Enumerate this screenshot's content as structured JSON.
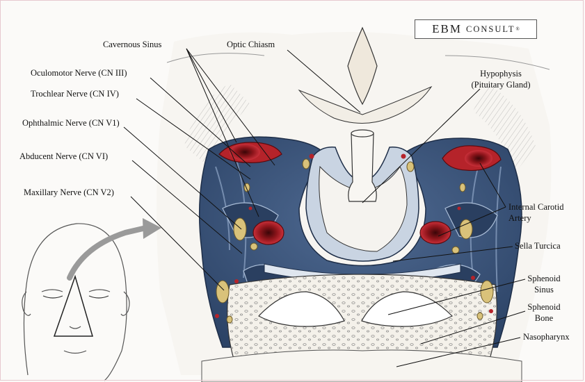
{
  "logo": {
    "brand": "EBM",
    "word": "CONSULT",
    "reg": "®"
  },
  "labels": {
    "cavernous_sinus": "Cavernous Sinus",
    "optic_chiasm": "Optic Chiasm",
    "oculomotor": "Oculomotor Nerve (CN III)",
    "trochlear": "Trochlear Nerve (CN IV)",
    "ophthalmic": "Ophthalmic Nerve (CN V1)",
    "abducent": "Abducent Nerve (CN VI)",
    "maxillary": "Maxillary Nerve (CN V2)",
    "hypophysis_1": "Hypophysis",
    "hypophysis_2": "(Pituitary Gland)",
    "carotid_1": "Internal Carotid",
    "carotid_2": "Artery",
    "sella": "Sella Turcica",
    "sphenoid_sinus_1": "Sphenoid",
    "sphenoid_sinus_2": "Sinus",
    "sphenoid_bone_1": "Sphenoid",
    "sphenoid_bone_2": "Bone",
    "nasopharynx": "Nasopharynx"
  },
  "colors": {
    "sinus_blue": "#3b5479",
    "artery_red": "#b5232a",
    "nerve_yellow": "#d9c27a",
    "bone": "#f4f1ea",
    "ink": "#222222"
  }
}
